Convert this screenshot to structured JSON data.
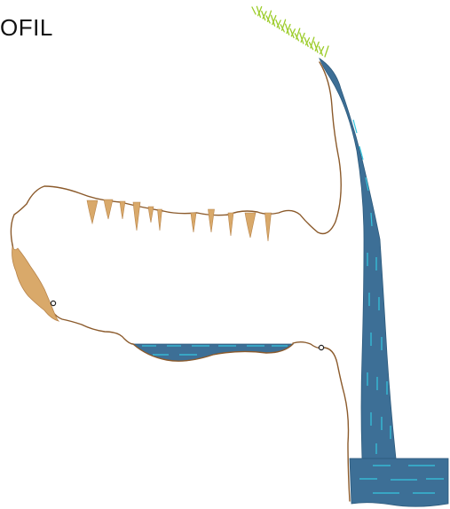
{
  "title": "OFIL",
  "colors": {
    "water": "#3d6f96",
    "water_dash": "#35c7df",
    "cave_outline": "#8b5a2b",
    "rock": "#d9a96a",
    "rock_dark": "#b8844a",
    "grass": "#9ccc2a",
    "point_marker": "#222222"
  },
  "elements": {
    "grass": "grass-cluster",
    "waterfall": "waterfall-stream",
    "upper_passage": "upper-cave-passage",
    "stalactites": "stalactite-row",
    "flowstone": "flowstone-formation",
    "underground_lake": "underground-lake",
    "resurgence_pool": "resurgence-pool",
    "markers": [
      "point-marker-left",
      "point-marker-right"
    ]
  }
}
